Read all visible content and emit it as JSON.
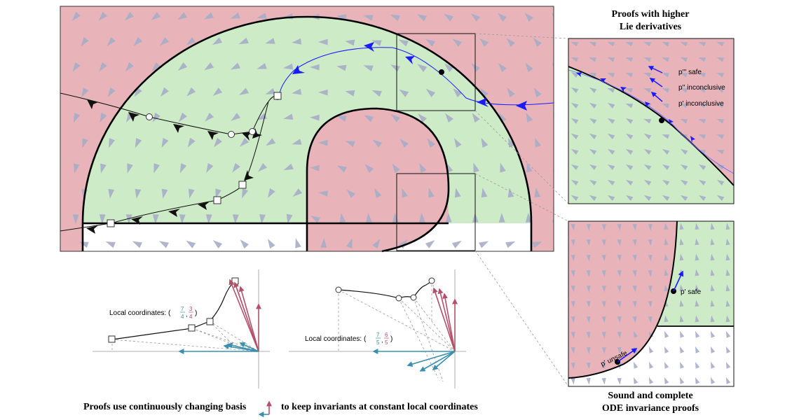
{
  "colors": {
    "unsafe": "#e8b4ba",
    "invariant": "#cdebc7",
    "field_arrow": "#a6adc6",
    "trajectory_blue": "#1a1aff",
    "basis_red": "#b5506a",
    "basis_teal": "#3a8fb0",
    "dashed": "#9a9a9a"
  },
  "inset_top": {
    "title_line1": "Proofs with higher",
    "title_line2": "Lie derivatives",
    "label_p3": "p''' safe",
    "label_p2": "p'' inconclusive",
    "label_p1": "p' inconclusive"
  },
  "inset_bottom": {
    "title_line1": "Sound and complete",
    "title_line2": "ODE invariance proofs",
    "label_safe": "p' safe",
    "label_unsafe": "p' unsafe"
  },
  "basis_left": {
    "prefix": "Local coordinates: (",
    "a_num": "7",
    "a_den": "4",
    "b_num": "3",
    "b_den": "4",
    "suffix": ")"
  },
  "basis_right": {
    "prefix": "Local coordinates: (",
    "a_num": "7",
    "a_den": "5",
    "b_num": "6",
    "b_den": "5",
    "suffix": ")"
  },
  "caption": {
    "before": "Proofs use continuously changing basis",
    "after": "to keep invariants at constant local coordinates"
  },
  "icons": [
    "basis-icon"
  ]
}
